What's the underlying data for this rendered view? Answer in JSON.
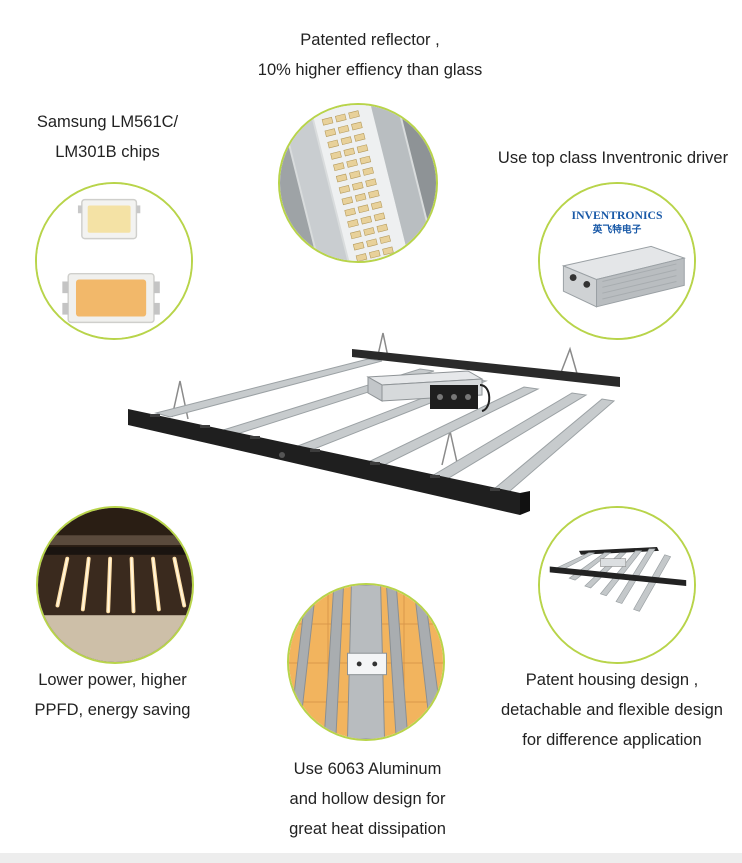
{
  "captions": {
    "reflector": [
      "Patented reflector ,",
      "10% higher effiency than glass"
    ],
    "chips": [
      "Samsung LM561C/",
      "LM301B chips"
    ],
    "driver": [
      "Use top class Inventronic driver"
    ],
    "power": [
      "Lower power, higher",
      "PPFD, energy saving"
    ],
    "housing": [
      "Patent housing design ,",
      "detachable and flexible design",
      "for difference application"
    ],
    "aluminum": [
      "Use 6063 Aluminum",
      "and hollow design for",
      "great heat dissipation"
    ]
  },
  "driver_brand": {
    "name": "INVENTRONICS",
    "name_cn": "英飞特电子"
  },
  "colors": {
    "circle_border": "#b8d44a",
    "brand_blue": "#1a5aa8"
  }
}
